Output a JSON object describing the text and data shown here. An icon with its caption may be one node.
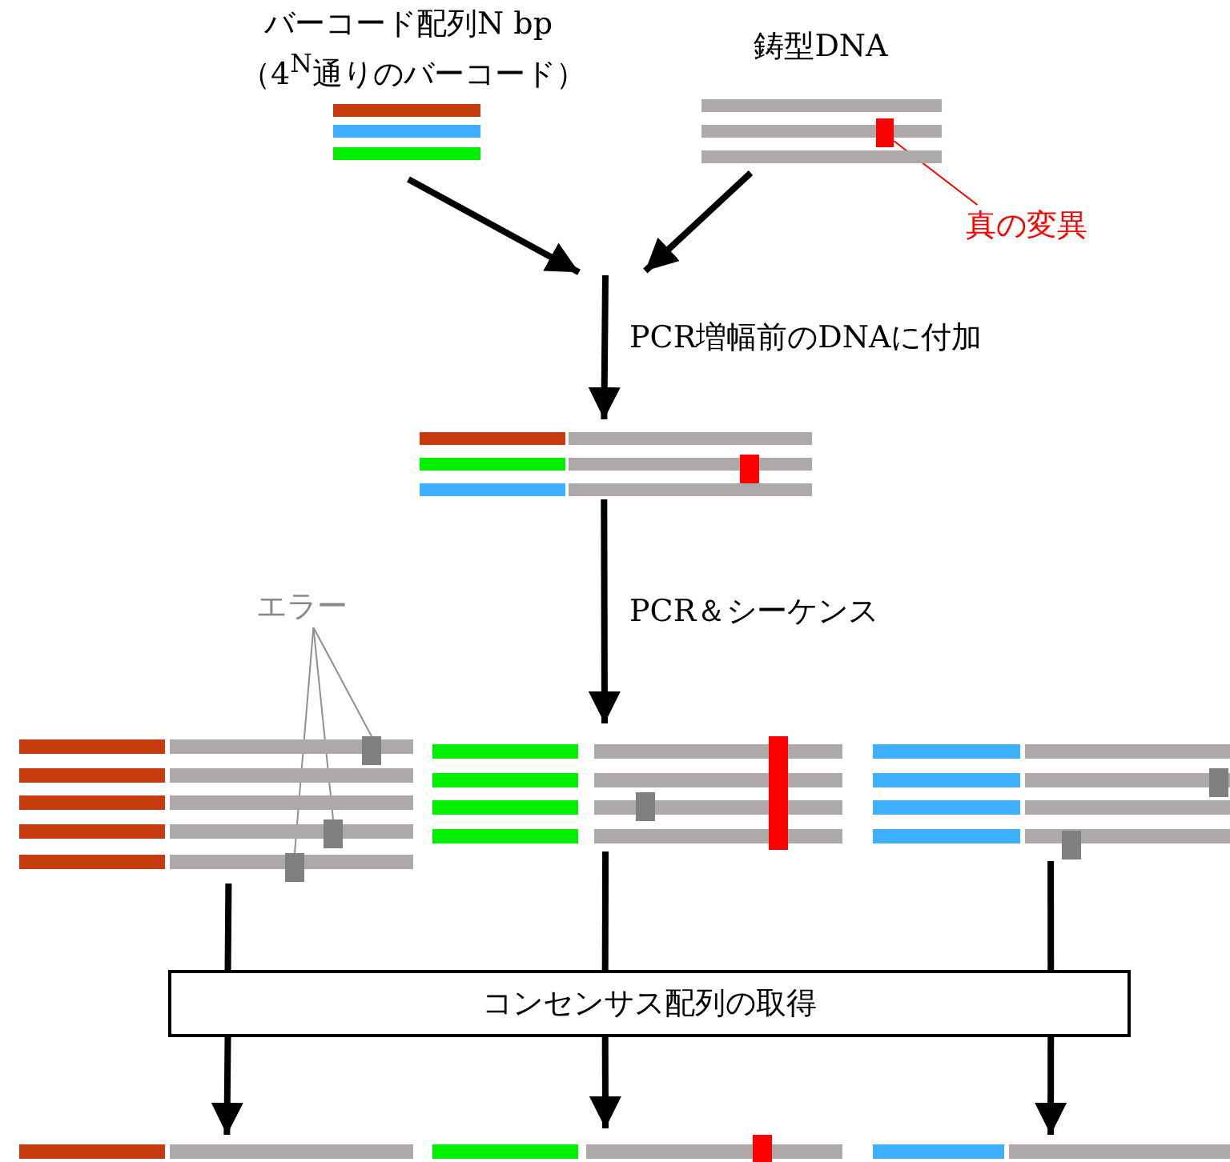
{
  "diagram": {
    "nodes": [
      {
        "text": [
          "バーコード配列N bp",
          "（4$^{N}$通りのバーコード）"
        ]
      },
      {
        "text": [
          "鋳型DNA"
        ]
      },
      {
        "text": [
          "真の変異"
        ]
      },
      {
        "text": [],
        "shape": "box",
        "in": 1
      },
      {
        "text": [],
        "shape": "picture"
      },
      {
        "text": [],
        "shape": "picture"
      },
      {
        "text": [],
        "shape": "picture"
      },
      {
        "text": [],
        "shape": "picture"
      },
      {
        "text": [
          "エラー"
        ]
      },
      {
        "text": [],
        "shape": "box",
        "in": 5
      },
      {
        "text": [],
        "shape": "box",
        "in": 5
      },
      {
        "text": [],
        "shape": "box",
        "in": 5
      },
      {
        "text": [
          "コンセンサス配列の取得"
        ]
      },
      {
        "text": [],
        "shape": "bar"
      },
      {
        "text": [],
        "shape": "bar"
      },
      {
        "text": [],
        "shape": "bar"
      }
    ],
    "edges": [
      {
        "from": 0,
        "to": null,
        "arrow": "to"
      },
      {
        "from": 1,
        "to": null,
        "arrow": "to"
      },
      {
        "from": null,
        "to": 4,
        "arrow": "to",
        "label": "PCR増幅前のDNAに付加"
      },
      {
        "from": 4,
        "to": 6,
        "arrow": "to",
        "label": "PCR＆シーケンス"
      },
      {
        "from": 2,
        "to": 3,
        "arrow": "none",
        "color": "#ff0000"
      },
      {
        "from": 8,
        "to": 9,
        "arrow": "none",
        "color": "#909090"
      },
      {
        "from": 8,
        "to": 10,
        "arrow": "none",
        "color": "#909090"
      },
      {
        "from": 8,
        "to": 11,
        "arrow": "none",
        "color": "#909090"
      },
      {
        "from": 5,
        "to": 12,
        "arrow": "none"
      },
      {
        "from": 6,
        "to": 12,
        "arrow": "none"
      },
      {
        "from": 7,
        "to": 12,
        "arrow": "none"
      },
      {
        "from": 12,
        "to": 13,
        "arrow": "to"
      },
      {
        "from": 12,
        "to": 14,
        "arrow": "to"
      },
      {
        "from": 12,
        "to": 15,
        "arrow": "to"
      }
    ]
  }
}
